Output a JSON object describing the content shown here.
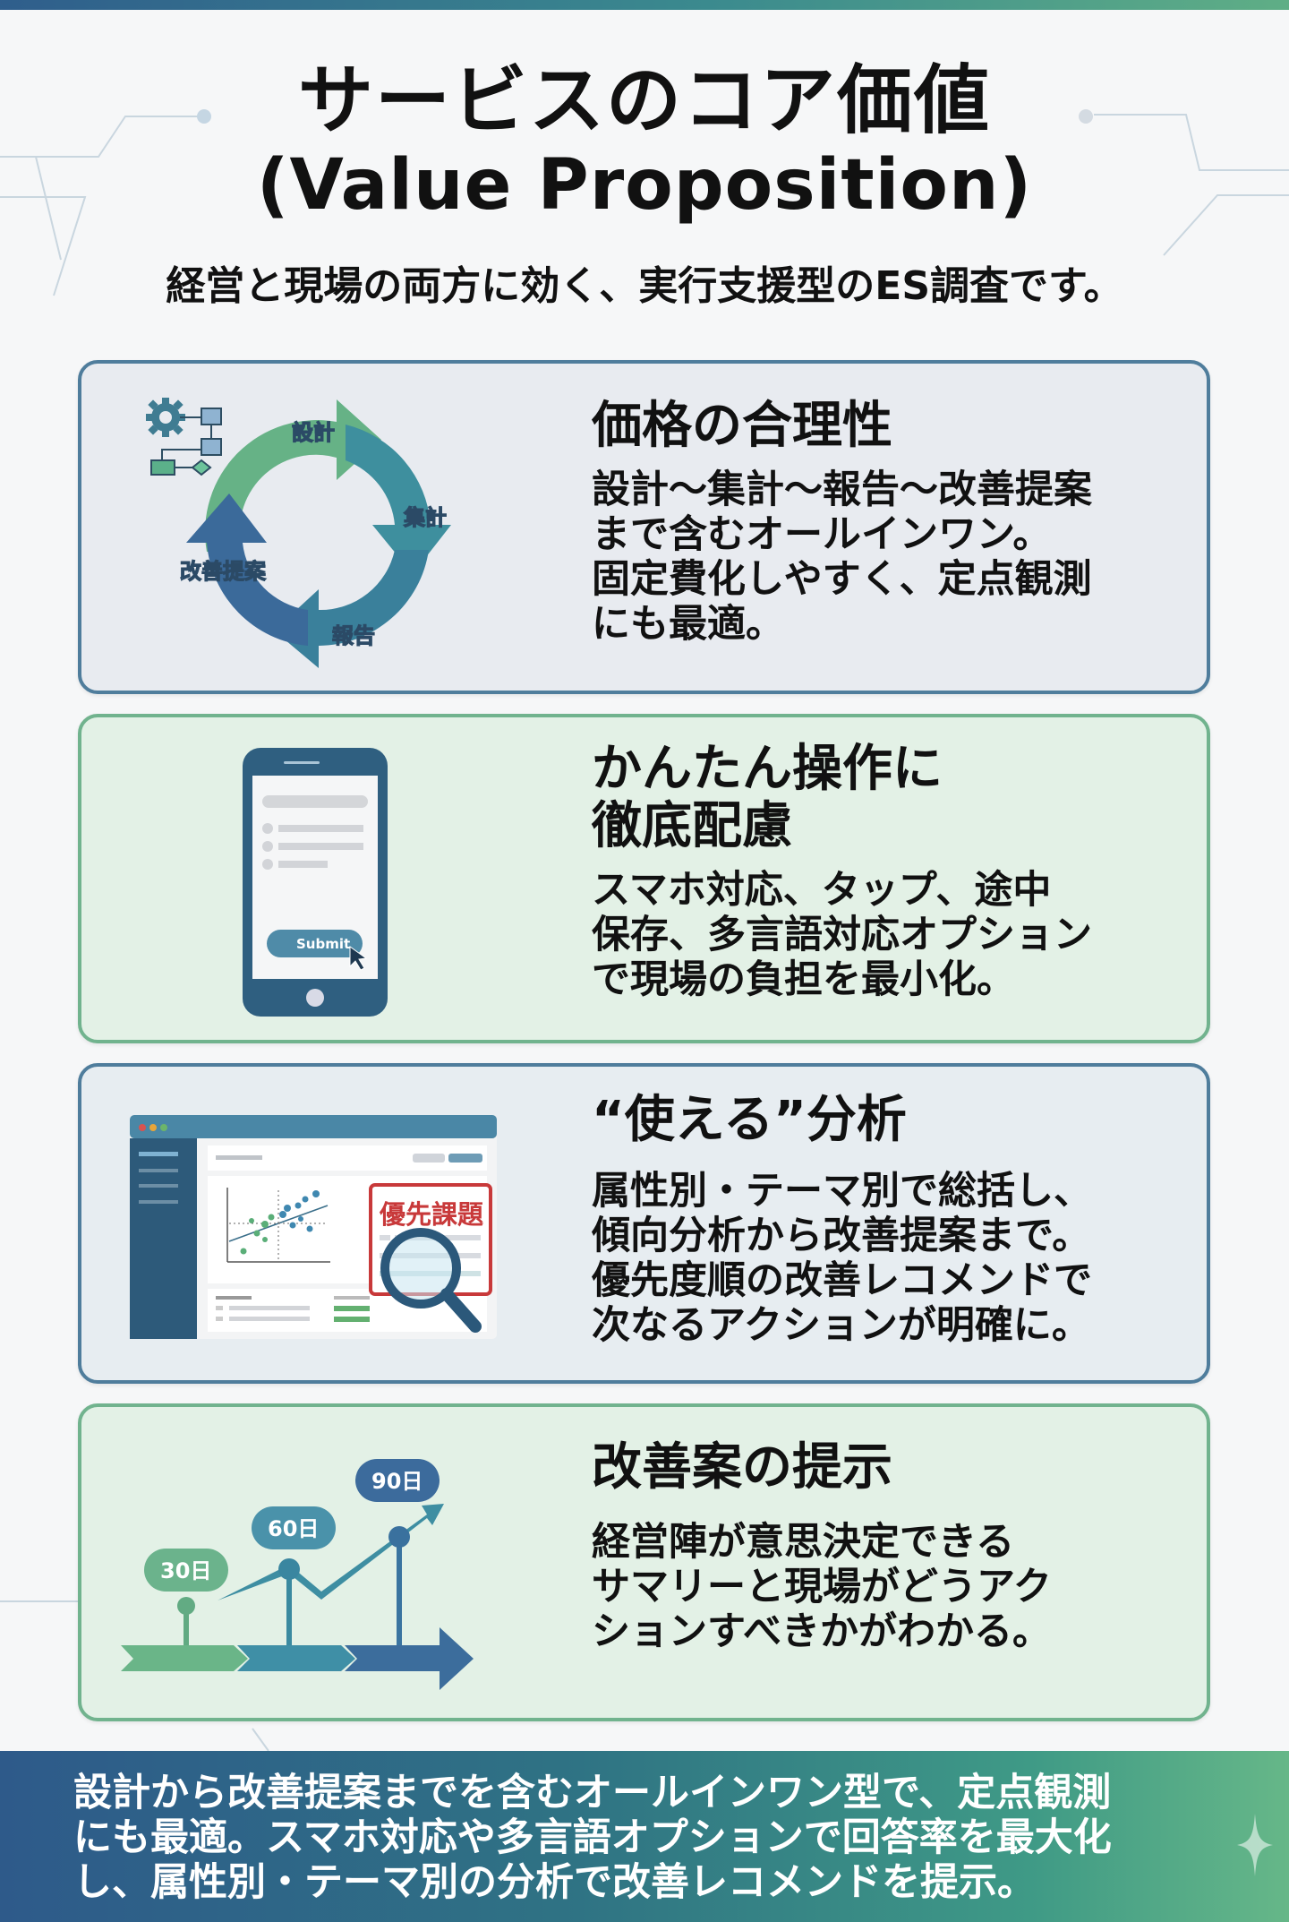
{
  "header": {
    "title_jp": "サービスのコア価値",
    "title_en": "(Value Proposition)",
    "subtitle": "経営と現場の両方に効く、実行支援型のES調査です。"
  },
  "colors": {
    "blue_accent": "#3f6f94",
    "teal_accent": "#3f8f9a",
    "green_accent": "#6bb38c",
    "priority_red": "#c8393a"
  },
  "cards": [
    {
      "title": "価格の合理性",
      "body": "設計〜集計〜報告〜改善提案\nまで含むオールインワン。\n固定費化しやすく、定点観測\nにも最適。",
      "illustration": {
        "icon": "cycle-icon",
        "cycle_labels": [
          "設計",
          "集計",
          "報告",
          "改善提案"
        ]
      }
    },
    {
      "title": "かんたん操作に\n徹底配慮",
      "body": "スマホ対応、タップ、途中\n保存、多言語対応オプション\nで現場の負担を最小化。",
      "illustration": {
        "icon": "smartphone-icon",
        "button_label": "Submit"
      }
    },
    {
      "title": "“使える”分析",
      "body": "属性別・テーマ別で総括し、\n傾向分析から改善提案まで。\n優先度順の改善レコメンドで\n次なるアクションが明確に。",
      "illustration": {
        "icon": "dashboard-magnifier-icon",
        "badge_label": "優先課題"
      }
    },
    {
      "title": "改善案の提示",
      "body": "経営陣が意思決定できる\nサマリーと現場がどうアク\nションすべきかがわかる。",
      "illustration": {
        "icon": "roadmap-icon",
        "milestones": [
          "30日",
          "60日",
          "90日"
        ]
      }
    }
  ],
  "footer": {
    "text": "設計から改善提案までを含むオールインワン型で、定点観測\nにも最適。スマホ対応や多言語オプションで回答率を最大化\nし、属性別・テーマ別の分析で改善レコメンドを提示。"
  }
}
